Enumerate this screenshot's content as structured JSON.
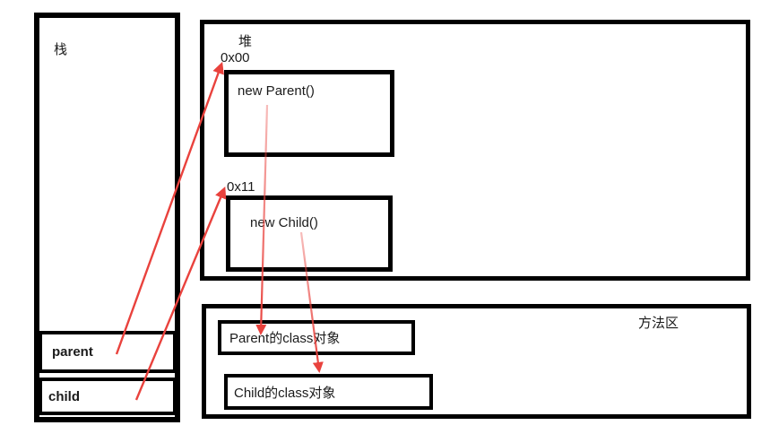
{
  "stack": {
    "label": "栈",
    "slots": [
      {
        "label": "parent"
      },
      {
        "label": "child"
      }
    ]
  },
  "heap": {
    "label": "堆",
    "objects": [
      {
        "address": "0x00",
        "label": "new Parent()"
      },
      {
        "address": "0x11",
        "label": "new Child()"
      }
    ]
  },
  "method_area": {
    "label": "方法区",
    "classes": [
      {
        "label": "Parent的class对象"
      },
      {
        "label": "Child的class对象"
      }
    ]
  },
  "arrows": [
    {
      "from": "parent",
      "to": "0x00"
    },
    {
      "from": "child",
      "to": "0x11"
    },
    {
      "from": "new Parent()",
      "to": "Parent的class对象"
    },
    {
      "from": "new Child()",
      "to": "Child的class对象"
    }
  ],
  "colors": {
    "arrow": "#e9423d",
    "border": "#000000",
    "background": "#ffffff"
  }
}
